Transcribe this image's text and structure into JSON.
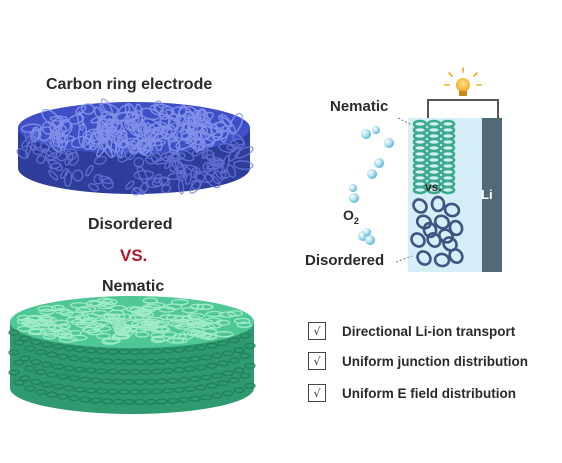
{
  "left_panel": {
    "title": "Carbon ring electrode",
    "disordered_label": "Disordered",
    "vs_label": "VS.",
    "nematic_label": "Nematic",
    "disordered_color": "#3f4fc6",
    "nematic_color": "#4fc796"
  },
  "right_panel": {
    "nematic_label": "Nematic",
    "disordered_label": "Disordered",
    "oxygen_label": "O",
    "oxygen_subscript": "2",
    "vs_label": "vs.",
    "lithium_label": "Li",
    "bulb_icon": "light-bulb-icon",
    "electrolyte_color": "#d5eef7",
    "lithium_color": "#516a75",
    "nematic_color": "#3aa98c",
    "disordered_color": "#3d5580",
    "bubble_color": "#8ecfe8"
  },
  "checklist": [
    {
      "mark": "√",
      "text": "Directional Li-ion transport"
    },
    {
      "mark": "√",
      "text": "Uniform junction distribution"
    },
    {
      "mark": "√",
      "text": "Uniform E field distribution"
    }
  ]
}
